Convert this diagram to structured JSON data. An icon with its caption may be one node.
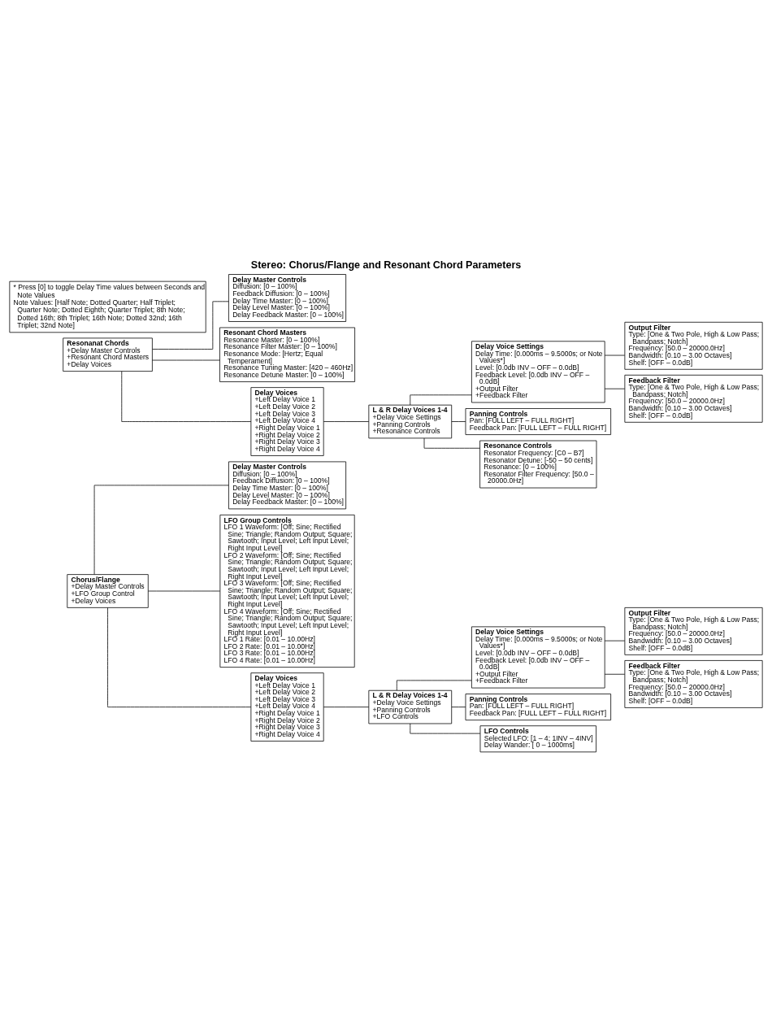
{
  "diagram": {
    "title": "Stereo: Chorus/Flange and Resonant Chord Parameters",
    "nodes": [
      {
        "text": [
          "Chorus/Flange",
          "+Delay Master Controls",
          "+LFO Group Control",
          "+Delay Voices"
        ]
      },
      {
        "text": [
          "Delay Master Controls",
          "Diffusion: [0 – 100%]",
          "Feedback Diffusion: [0 – 100%]",
          "Delay Time Master: [0 – 100%]",
          "Delay Level Master: [0 – 100%]",
          "Delay Feedback Master: [0 – 100%]"
        ]
      },
      {
        "text": [
          "LFO Group Controls",
          "LFO 1 Waveform: [Off; Sine; Rectified Sine; Triangle; Random Output; Square; Sawtooth; Input Level; Left Input Level; Right Input Level]",
          "LFO 2 Waveform: [Off; Sine; Rectified Sine; Triangle; Random Output; Square; Sawtooth; Input Level; Left Input Level; Right Input Level]",
          "LFO 3 Waveform: [Off; Sine; Rectified Sine; Triangle; Random Output; Square; Sawtooth; Input Level; Left Input Level; Right Input Level]",
          "LFO 4 Waveform: [Off; Sine; Rectified Sine; Triangle; Random Output; Square; Sawtooth; Input Level; Left Input Level; Right Input Level]",
          "LFO 1 Rate: [0.01 – 10.00Hz]",
          "LFO 2 Rate: [0.01 – 10.00Hz]",
          "LFO 3 Rate: [0.01 – 10.00Hz]",
          "LFO 4 Rate: [0.01 – 10.00Hz]"
        ]
      },
      {
        "text": [
          "Delay Voices",
          "+Left Delay Voice 1",
          "+Left Delay Voice 2",
          "+Left Delay Voice 3",
          "+Left Delay Voice 4",
          "+Right Delay Voice 1",
          "+Right Delay Voice 2",
          "+Right Delay Voice 3",
          "+Right Delay Voice 4"
        ]
      },
      {
        "text": [
          "L & R Delay Voices 1-4",
          "+Delay Voice Settings",
          "+Panning Controls",
          "+LFO Controls"
        ]
      },
      {
        "text": [
          "Delay Voice Settings",
          "Delay Time: [0.000ms – 9.5000s; or Note Values*]",
          "Level: [0.0db INV – OFF – 0.0dB]",
          "Feedback Level: [0.0db INV – OFF – 0.0dB]",
          "+Output Filter",
          "+Feedback Filter"
        ]
      },
      {
        "text": [
          "Output Filter",
          "Type: [One & Two Pole, High & Low Pass; Bandpass; Notch]",
          "Frequency: [50.0 – 20000.0Hz]",
          "Bandwidth: [0.10 – 3.00 Octaves]",
          "Shelf: [OFF – 0.0dB]"
        ]
      },
      {
        "text": [
          "Feedback Filter",
          "Type: [One & Two Pole, High & Low Pass; Bandpass; Notch]",
          "Frequency: [50.0 – 20000.0Hz]",
          "Bandwidth: [0.10 – 3.00 Octaves]",
          "Shelf: [OFF – 0.0dB]"
        ]
      },
      {
        "text": [
          "Panning Controls",
          "Pan: [FULL LEFT – FULL RIGHT]",
          "Feedback Pan: [FULL LEFT – FULL RIGHT]"
        ]
      },
      {
        "text": [
          "LFO Controls",
          "Selected LFO: [1 – 4; 1INV – 4INV]",
          "Delay Wander: [ 0 – 1000ms]"
        ]
      },
      {
        "text": [
          "Resonanat Chords",
          "+Delay Master Controls",
          "+Resonant Chord Masters",
          "+Delay Voices"
        ]
      },
      {
        "text": [
          "Delay Master Controls",
          "Diffusion: [0 – 100%]",
          "Feedback Diffusion: [0 – 100%]",
          "Delay Time Master: [0 – 100%]",
          "Delay Level Master: [0 – 100%]",
          "Delay Feedback Master: [0 – 100%]"
        ]
      },
      {
        "text": [
          "Resonant Chord Masters",
          "Resonance Master: [0 – 100%]",
          "Resonance Filter Master: [0 – 100%]",
          "Resonance Mode: [Hertz; Equal Temperament]",
          "Resonance Tuning Master: [420 – 460Hz]",
          "Resonance Detune Master: [0 – 100%]"
        ]
      },
      {
        "text": [
          "Delay Voices",
          "+Left Delay Voice 1",
          "+Left Delay Voice 2",
          "+Left Delay Voice 3",
          "+Left Delay Voice 4",
          "+Right Delay Voice 1",
          "+Right Delay Voice 2",
          "+Right Delay Voice 3",
          "+Right Delay Voice 4"
        ]
      },
      {
        "text": [
          "L & R Delay Voices 1-4",
          "+Delay Voice Settings",
          "+Panning Controls",
          "+Resonance Controls"
        ]
      },
      {
        "text": [
          "Delay Voice Settings",
          "Delay Time: [0.000ms – 9.5000s; or Note Values*]",
          "Level: [0.0db INV – OFF – 0.0dB]",
          "Feedback Level: [0.0db INV – OFF – 0.0dB]",
          "+Output Filter",
          "+Feedback Filter"
        ]
      },
      {
        "text": [
          "Output Filter",
          "Type: [One & Two Pole, High & Low Pass; Bandpass; Notch]",
          "Frequency: [50.0 – 20000.0Hz]",
          "Bandwidth: [0.10 – 3.00 Octaves]",
          "Shelf: [OFF – 0.0dB]"
        ]
      },
      {
        "text": [
          "Feedback Filter",
          "Type: [One & Two Pole, High & Low Pass; Bandpass; Notch]",
          "Frequency: [50.0 – 20000.0Hz]",
          "Bandwidth: [0.10 – 3.00 Octaves]",
          "Shelf: [OFF – 0.0dB]"
        ]
      },
      {
        "text": [
          "Panning Controls",
          "Pan: [FULL LEFT – FULL RIGHT]",
          "Feedback Pan: [FULL LEFT – FULL RIGHT]"
        ]
      },
      {
        "text": [
          "Resonance Controls",
          "Resonator Frequency: [C0 – B7]",
          "Resonator Detune: [-50 – 50 cents]",
          "Resonance: [0 – 100%]",
          "Resonator Filter Frequency: [50.0 – 20000.0Hz]"
        ]
      }
    ],
    "edges": [
      {
        "from": 0,
        "to": 1,
        "arrow": "none"
      },
      {
        "from": 0,
        "to": 2,
        "arrow": "none"
      },
      {
        "from": 0,
        "to": 3,
        "arrow": "none"
      },
      {
        "from": 3,
        "to": 4,
        "arrow": "none"
      },
      {
        "from": 4,
        "to": 5,
        "arrow": "none"
      },
      {
        "from": 4,
        "to": 8,
        "arrow": "none"
      },
      {
        "from": 4,
        "to": 9,
        "arrow": "none"
      },
      {
        "from": 5,
        "to": 6,
        "arrow": "none"
      },
      {
        "from": 5,
        "to": 7,
        "arrow": "none"
      },
      {
        "from": 10,
        "to": 11,
        "arrow": "none"
      },
      {
        "from": 10,
        "to": 12,
        "arrow": "none"
      },
      {
        "from": 10,
        "to": 13,
        "arrow": "none"
      },
      {
        "from": 13,
        "to": 14,
        "arrow": "none"
      },
      {
        "from": 14,
        "to": 15,
        "arrow": "none"
      },
      {
        "from": 14,
        "to": 18,
        "arrow": "none"
      },
      {
        "from": 14,
        "to": 19,
        "arrow": "none"
      },
      {
        "from": 15,
        "to": 16,
        "arrow": "none"
      },
      {
        "from": 15,
        "to": 17,
        "arrow": "none"
      }
    ],
    "labels": [
      "* Press [0] to toggle Delay Time values between Seconds and Note Values",
      "Note Values: [Half Note; Dotted Quarter; Half Triplet; Quarter Note; Dotted Eighth; Quarter Triplet; 8th Note; Dotted 16th; 8th Triplet; 16th Note; Dotted 32nd; 16th Triplet; 32nd Note]"
    ]
  }
}
